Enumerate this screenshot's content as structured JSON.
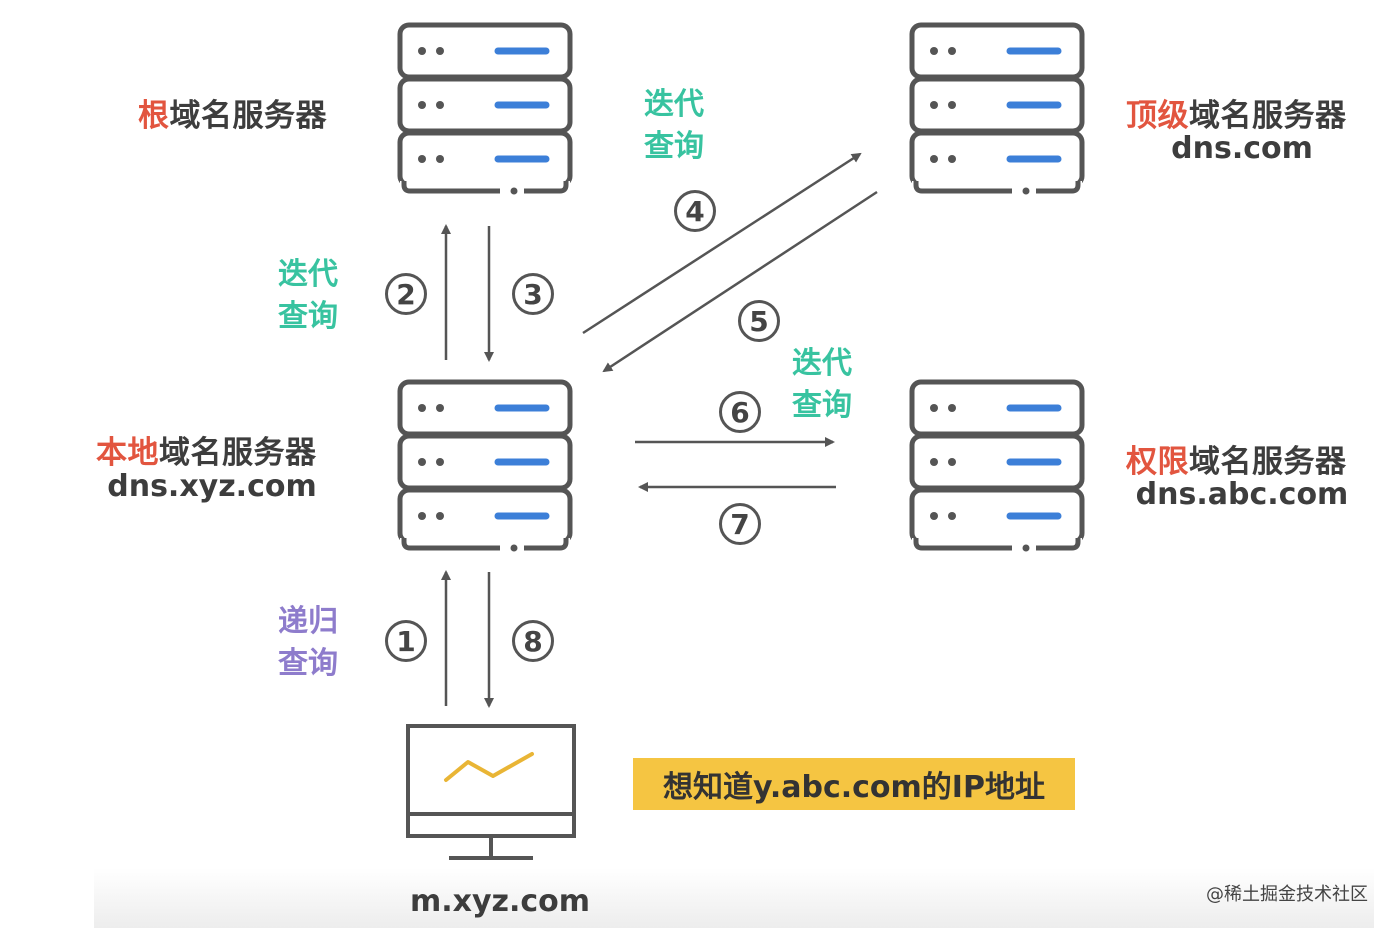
{
  "servers": {
    "root": {
      "name_highlight": "根",
      "name_rest": "域名服务器"
    },
    "tld": {
      "name_highlight": "顶级",
      "name_rest": "域名服务器",
      "host": "dns.com"
    },
    "local": {
      "name_highlight": "本地",
      "name_rest": "域名服务器",
      "host": "dns.xyz.com"
    },
    "authoritative": {
      "name_highlight": "权限",
      "name_rest": "域名服务器",
      "host": "dns.abc.com"
    }
  },
  "queries": {
    "iterative_line1": "迭代",
    "iterative_line2": "查询",
    "recursive_line1": "递归",
    "recursive_line2": "查询"
  },
  "steps": [
    "①",
    "②",
    "③",
    "④",
    "⑤",
    "⑥",
    "⑦",
    "⑧"
  ],
  "steps_text": [
    "1",
    "2",
    "3",
    "4",
    "5",
    "6",
    "7",
    "8"
  ],
  "client": {
    "host": "m.xyz.com"
  },
  "question": "想知道y.abc.com的IP地址",
  "watermark": "@稀土掘金技术社区",
  "colors": {
    "highlight": "#e2553f",
    "iterative": "#38c3a0",
    "recursive": "#8e7ccc",
    "bar": "#3c7fd8",
    "question_bg": "#f5c542"
  }
}
